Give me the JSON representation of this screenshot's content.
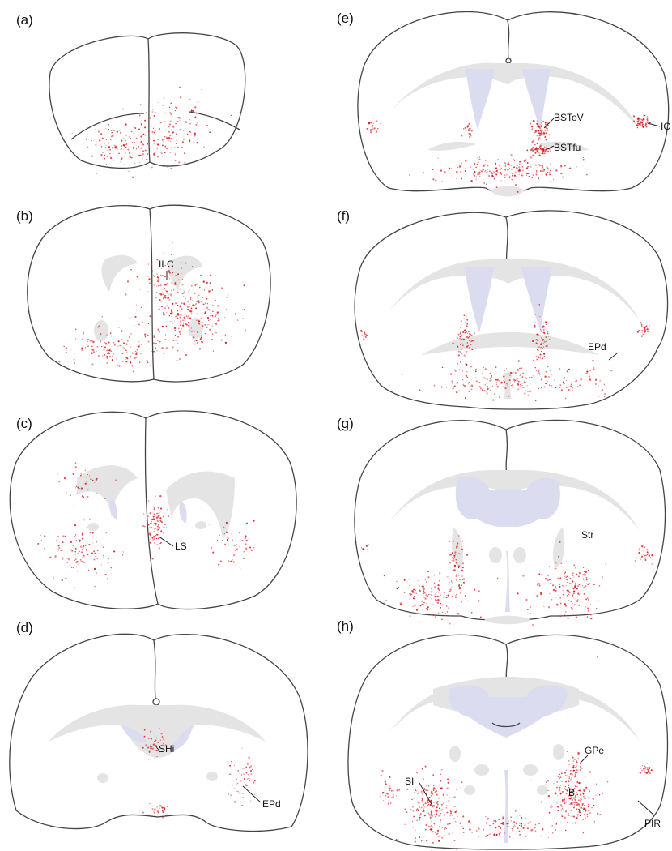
{
  "figure": {
    "colors": {
      "outline": "#444444",
      "white_matter": "#e4e4e4",
      "ventricle": "#dcdcf0",
      "labelled_cells": "#d7191c"
    },
    "panels": [
      {
        "id": "a",
        "label": "(a)",
        "regions": []
      },
      {
        "id": "b",
        "label": "(b)",
        "regions": [
          "ILC"
        ]
      },
      {
        "id": "c",
        "label": "(c)",
        "regions": [
          "LS"
        ]
      },
      {
        "id": "d",
        "label": "(d)",
        "regions": [
          "SHi",
          "EPd"
        ]
      },
      {
        "id": "e",
        "label": "(e)",
        "regions": [
          "BSToV",
          "BSTfu",
          "IC"
        ]
      },
      {
        "id": "f",
        "label": "(f)",
        "regions": [
          "EPd"
        ]
      },
      {
        "id": "g",
        "label": "(g)",
        "regions": [
          "Str"
        ]
      },
      {
        "id": "h",
        "label": "(h)",
        "regions": [
          "SI",
          "GPe",
          "B",
          "PIR"
        ]
      }
    ]
  }
}
